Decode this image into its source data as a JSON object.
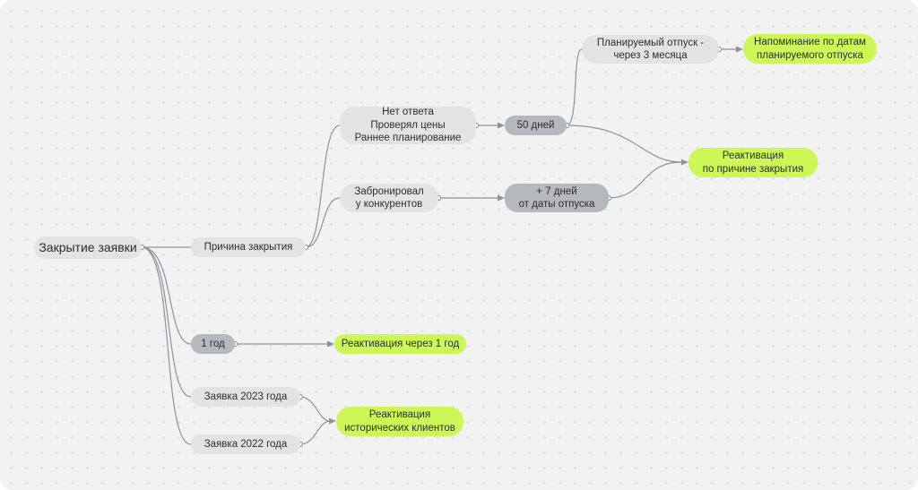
{
  "nodes": {
    "root": "Закрытие заявки",
    "reason": "Причина закрытия",
    "no_answer": "Нет ответа\nПроверял цены\nРаннее планирование",
    "booked_competitors": "Забронировал\nу конкурентов",
    "days_50": "50 дней",
    "plus_7_days": "+ 7 дней\nот даты отпуска",
    "planned_vacation": "Планируемый отпуск -\nчерез 3 месяца",
    "reminder": "Напоминание по датам\nпланируемого отпуска",
    "reactivation_reason": "Реактивация\nпо причине закрытия",
    "one_year": "1 год",
    "reactivation_1_year": "Реактивация через 1 год",
    "request_2023": "Заявка 2023 года",
    "request_2022": "Заявка 2022 года",
    "reactivation_historical": "Реактивация\nисторических клиентов"
  },
  "colors": {
    "canvas_background": "#f2f2f2",
    "node_gray": "#e3e3e4",
    "node_dark_gray": "#b5b8bd",
    "node_green": "#ccf756",
    "connector": "#8f9297"
  }
}
